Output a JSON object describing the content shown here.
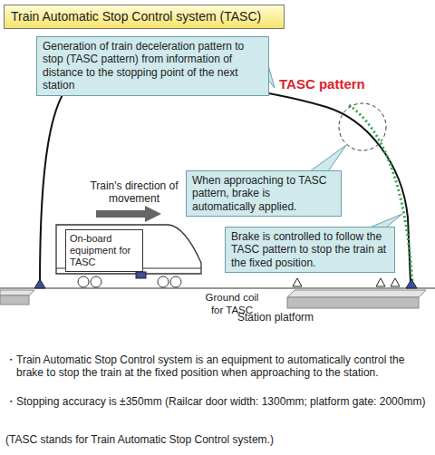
{
  "diagram": {
    "title": "Train Automatic Stop Control system (TASC)",
    "nodes": [
      {
        "text": [
          "Generation of train deceleration pattern to stop (TASC pattern) from information of distance to the stopping point of the next station"
        ]
      },
      {
        "text": [
          "When approaching to TASC pattern, brake is automatically applied."
        ]
      },
      {
        "text": [
          "Brake is controlled to follow the TASC pattern to stop the train at the fixed position."
        ]
      },
      {
        "text": [
          "On-board equipment for TASC"
        ]
      }
    ],
    "labels": [
      "TASC pattern",
      "Train's direction of movement",
      "Ground coil for TASC",
      "Station platform",
      "・Train Automatic Stop Control system is an equipment to automatically control the brake to stop the train at the fixed position when approaching to the station.",
      "・Stopping accuracy is ±350mm (Railcar door width: 1300mm; platform gate: 2000mm)",
      "(TASC stands for Train Automatic Stop Control system.)"
    ]
  }
}
